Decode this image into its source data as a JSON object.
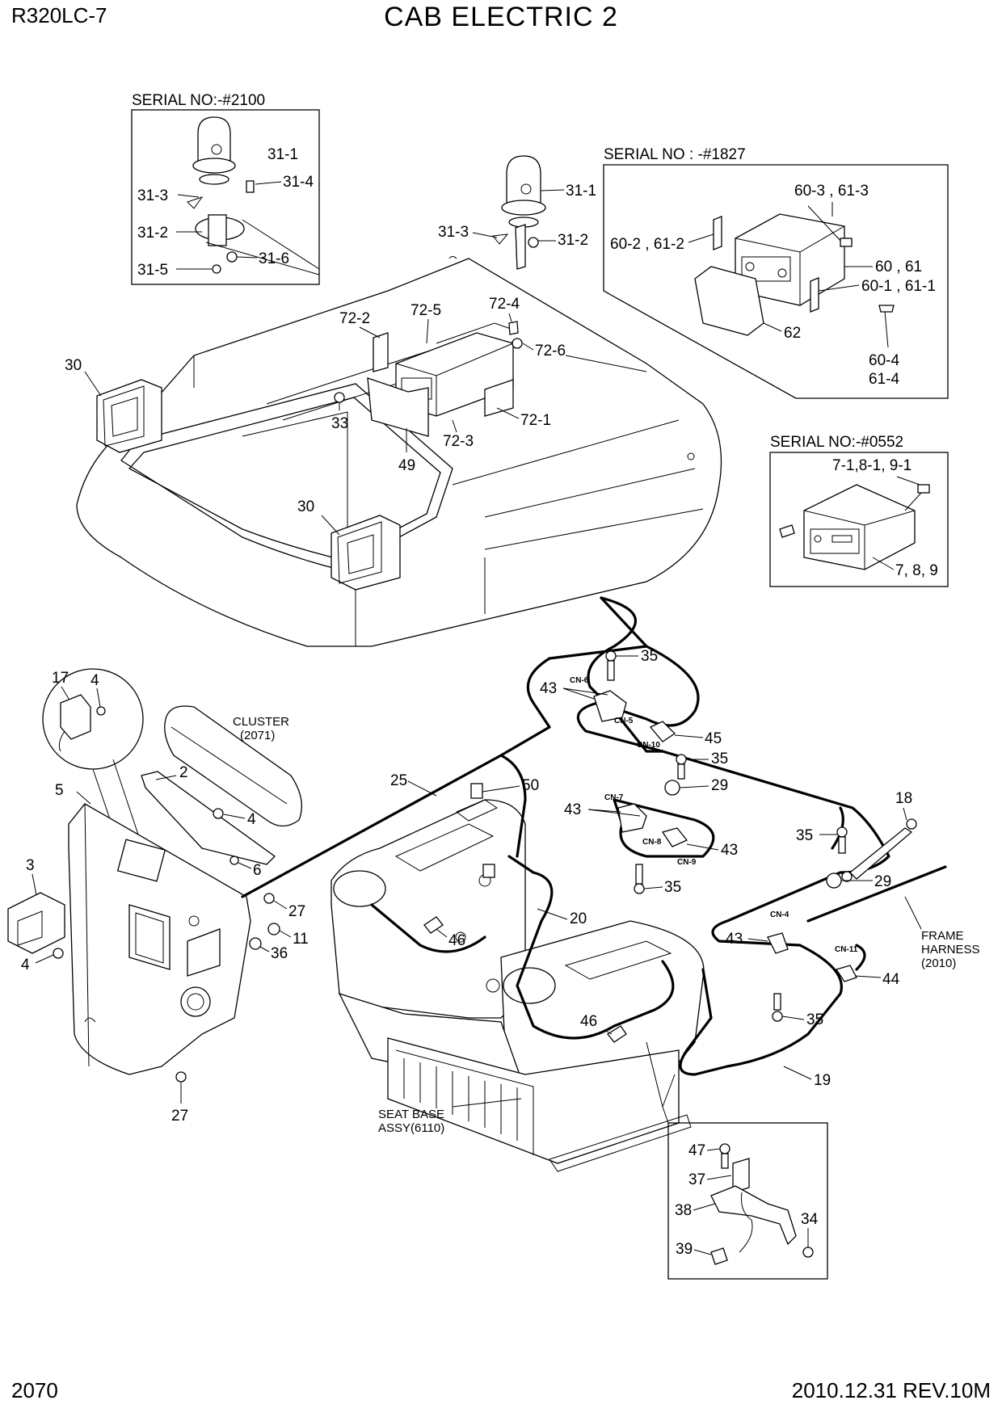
{
  "header": {
    "model": "R320LC-7",
    "title": "CAB ELECTRIC 2"
  },
  "footer": {
    "page_number": "2070",
    "revision": "2010.12.31  REV.10M"
  },
  "insets": {
    "beacon": {
      "serial": "SERIAL NO:-#2100"
    },
    "radio": {
      "serial": "SERIAL NO : -#1827"
    },
    "player": {
      "serial": "SERIAL NO:-#0552"
    }
  },
  "callouts": {
    "c31_1a": "31-1",
    "c31_3a": "31-3",
    "c31_4": "31-4",
    "c31_2a": "31-2",
    "c31_6": "31-6",
    "c31_5": "31-5",
    "c31_1b": "31-1",
    "c31_3b": "31-3",
    "c31_2b": "31-2",
    "c60_3": "60-3 , 61-3",
    "c60_2": "60-2 , 61-2",
    "c60": "60 , 61",
    "c60_1": "60-1 , 61-1",
    "c62": "62",
    "c60_4": "60-4",
    "c61_4": "61-4",
    "c72_2": "72-2",
    "c72_5": "72-5",
    "c72_4": "72-4",
    "c72_6": "72-6",
    "c72_1": "72-1",
    "c72_3": "72-3",
    "c30a": "30",
    "c30b": "30",
    "c33": "33",
    "c49": "49",
    "c7_1": "7-1,8-1, 9-1",
    "c7": "7, 8, 9",
    "c17": "17",
    "c4a": "4",
    "c2": "2",
    "c5": "5",
    "c4b": "4",
    "c6": "6",
    "c3": "3",
    "c4c": "4",
    "c27a": "27",
    "c11": "11",
    "c36": "36",
    "c27b": "27",
    "c25": "25",
    "c50": "50",
    "c20": "20",
    "c46a": "46",
    "c46b": "46",
    "c35a": "35",
    "c43a": "43",
    "c45": "45",
    "c35b": "35",
    "c29a": "29",
    "c43b": "43",
    "c43c": "43",
    "c35c": "35",
    "c18": "18",
    "c35d": "35",
    "c29b": "29",
    "c43d": "43",
    "c44": "44",
    "c35e": "35",
    "c19": "19",
    "c47": "47",
    "c37": "37",
    "c38": "38",
    "c34": "34",
    "c39": "39"
  },
  "connectors": {
    "cn6": "CN-6",
    "cn5": "CN-5",
    "cn10": "CN-10",
    "cn7": "CN-7",
    "cn8": "CN-8",
    "cn9": "CN-9",
    "cn4": "CN-4",
    "cn11": "CN-11"
  },
  "references": {
    "cluster": {
      "line1": "CLUSTER",
      "line2": "(2071)"
    },
    "frame": {
      "line1": "FRAME",
      "line2": "HARNESS",
      "line3": "(2010)"
    },
    "seat": {
      "line1": "SEAT BASE",
      "line2": "ASSY(6110)"
    }
  }
}
